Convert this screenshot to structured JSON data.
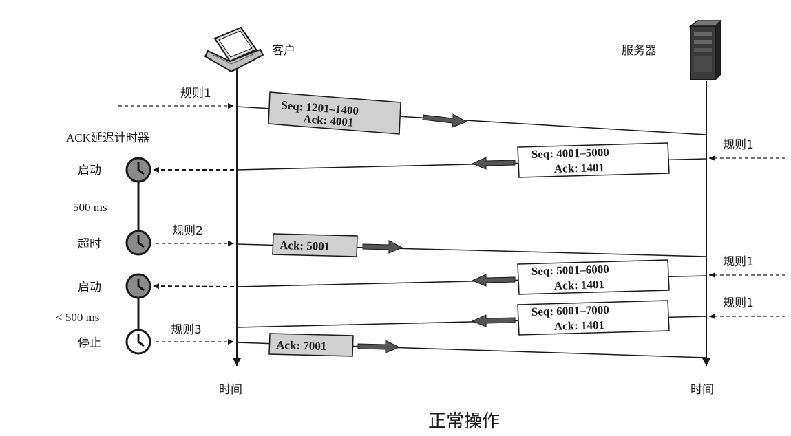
{
  "diagram": {
    "client_label": "客户",
    "server_label": "服务器",
    "time_label_client": "时间",
    "time_label_server": "时间",
    "timer_title": "ACK延迟计时器",
    "caption": "正常操作",
    "rules": {
      "r1_client": "规则1",
      "r1_server_a": "规则1",
      "r1_server_b": "规则1",
      "r1_server_c": "规则1",
      "r2": "规则2",
      "r3": "规则3"
    },
    "timer_states": {
      "start_1": "启动",
      "interval_1": "500 ms",
      "timeout": "超时",
      "start_2": "启动",
      "interval_2": "< 500 ms",
      "stop": "停止"
    },
    "messages": {
      "m1_seq": "Seq: 1201–1400",
      "m1_ack": "Ack: 4001",
      "m2_seq": "Seq: 4001–5000",
      "m2_ack": "Ack: 1401",
      "m3_ack": "Ack: 5001",
      "m4_seq": "Seq: 5001–6000",
      "m4_ack": "Ack: 1401",
      "m5_seq": "Seq: 6001–7000",
      "m5_ack": "Ack: 1401",
      "m6_ack": "Ack: 7001"
    },
    "colors": {
      "client_box_fill": "#d0d0d0",
      "server_box_fill": "#ffffff",
      "timer_active": "#8a8a8a",
      "timer_stopped": "#ffffff",
      "ink": "#1a1a1a"
    }
  }
}
